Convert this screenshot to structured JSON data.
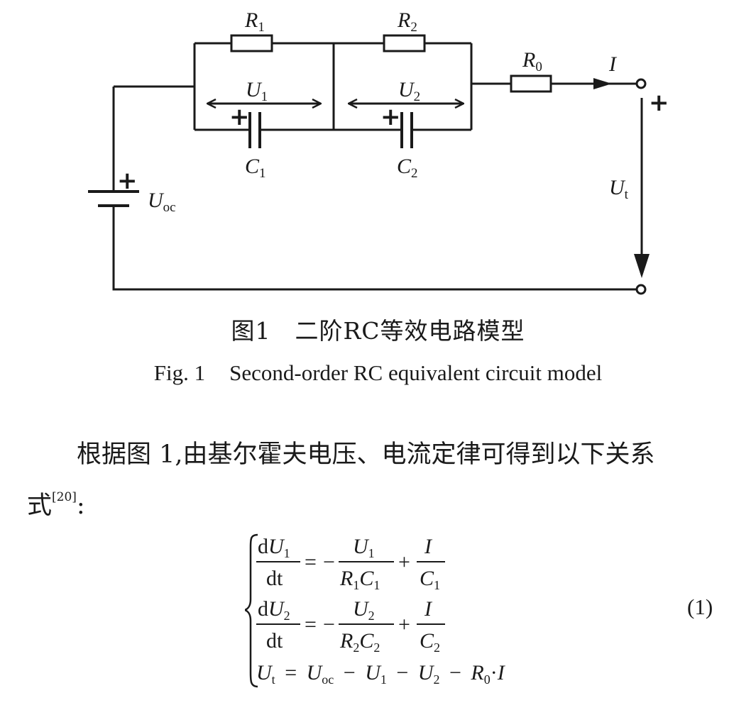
{
  "circuit": {
    "labels": {
      "R1": {
        "main": "R",
        "sub": "1"
      },
      "R2": {
        "main": "R",
        "sub": "2"
      },
      "R0": {
        "main": "R",
        "sub": "0"
      },
      "U1": {
        "main": "U",
        "sub": "1"
      },
      "U2": {
        "main": "U",
        "sub": "2"
      },
      "C1": {
        "main": "C",
        "sub": "1"
      },
      "C2": {
        "main": "C",
        "sub": "2"
      },
      "Uoc": {
        "main": "U",
        "sub": "oc"
      },
      "Ut": {
        "main": "U",
        "sub": "t"
      },
      "I": "I",
      "plus": "+"
    }
  },
  "caption": {
    "cn_label": "图1",
    "cn_text": "二阶RC等效电路模型",
    "en_label": "Fig. 1",
    "en_text": "Second-order RC equivalent circuit model"
  },
  "body": {
    "line1": "根据图 1,由基尔霍夫电压、电流定律可得到以下关系",
    "line2_start": "式",
    "citation": "[20]",
    "line2_end": ":"
  },
  "equation": {
    "number": "(1)",
    "eq1": {
      "d": "d",
      "U": "U",
      "sub": "1",
      "dt": "dt",
      "eq": "=",
      "minus": "−",
      "plus": "+",
      "num1": "U",
      "den1a": "R",
      "den1b": "C",
      "num2": "I",
      "den2": "C"
    },
    "eq2": {
      "d": "d",
      "U": "U",
      "sub": "2",
      "dt": "dt",
      "eq": "=",
      "minus": "−",
      "plus": "+",
      "num1": "U",
      "den1a": "R",
      "den1b": "C",
      "num2": "I",
      "den2": "C"
    },
    "eq3": {
      "lhs": "U",
      "lhs_sub": "t",
      "eq": "=",
      "t1": "U",
      "t1_sub": "oc",
      "m1": "−",
      "t2": "U",
      "t2_sub": "1",
      "m2": "−",
      "t3": "U",
      "t3_sub": "2",
      "m3": "−",
      "t4": "R",
      "t4_sub": "0",
      "dot": "·",
      "t5": "I"
    }
  }
}
